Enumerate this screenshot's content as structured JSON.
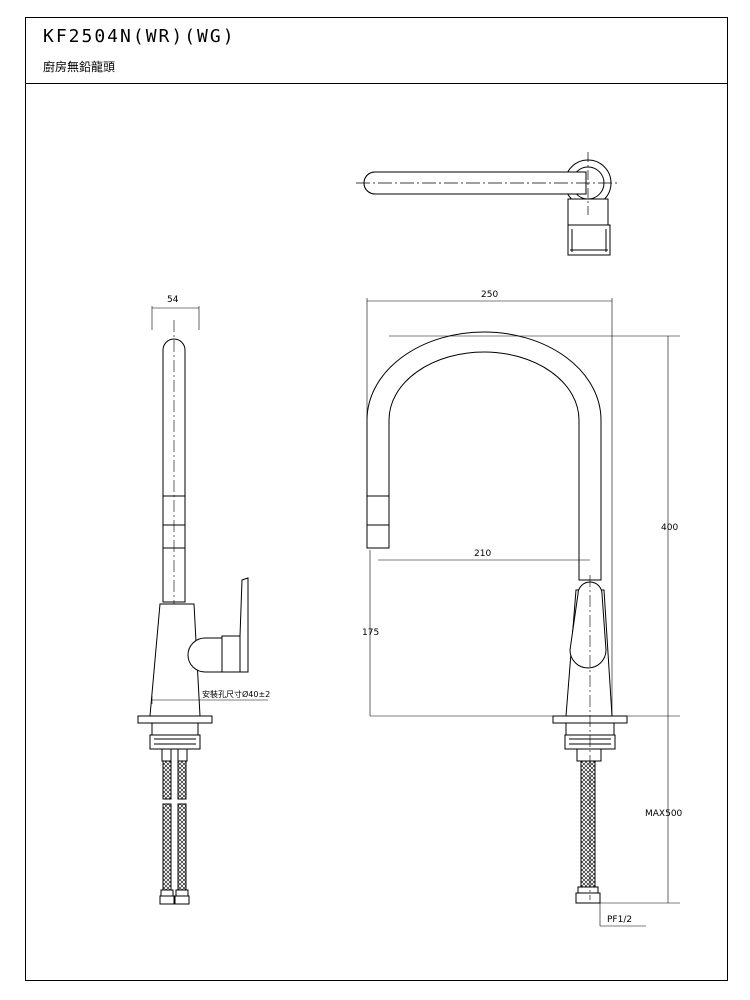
{
  "header": {
    "model": "KF2504N(WR)(WG)",
    "subtitle": "廚房無鉛龍頭"
  },
  "side_view": {
    "width_label": "54",
    "mounting_label": "安裝孔尺寸Ø40±2"
  },
  "front_view": {
    "width_label": "250",
    "spout_reach_label": "210",
    "height_label": "400",
    "spout_height_label": "175",
    "hose_label": "MAX500",
    "thread_label": "PF1/2"
  },
  "colors": {
    "line": "#000000",
    "background": "#ffffff"
  }
}
